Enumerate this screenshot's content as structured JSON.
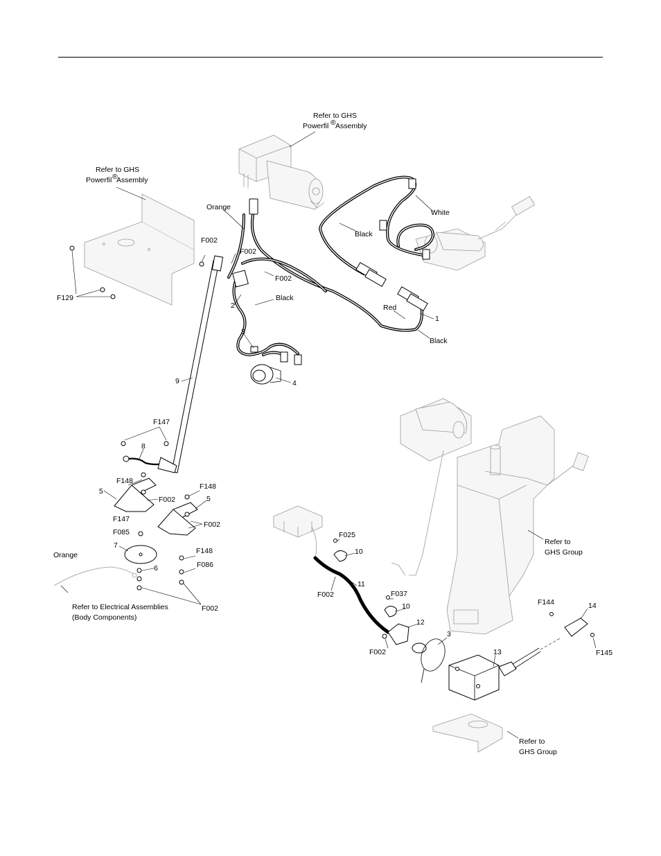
{
  "labels": {
    "refer_powerfil_top_1": "Refer to GHS",
    "refer_powerfil_top_2": "Powerfil",
    "refer_powerfil_top_3": "Assembly",
    "refer_powerfil_left_1": "Refer to GHS",
    "refer_powerfil_left_2": "Powerfil",
    "refer_powerfil_left_3": "Assembly",
    "registered": "®",
    "orange_top": "Orange",
    "f002_a": "F002",
    "f002_b": "F002",
    "f002_c": "F002",
    "f129": "F129",
    "white": "White",
    "black_a": "Black",
    "black_b": "Black",
    "black_c": "Black",
    "red": "Red",
    "n1": "1",
    "n2": "2",
    "n3": "3",
    "n4": "4",
    "n9": "9",
    "f147_a": "F147",
    "n8": "8",
    "f148_a": "F148",
    "n5_a": "5",
    "f002_d": "F002",
    "f148_b": "F148",
    "n5_b": "5",
    "f002_e": "F002",
    "f147_b": "F147",
    "f085": "F085",
    "n7": "7",
    "orange_bottom": "Orange",
    "n6": "6",
    "f148_c": "F148",
    "f086": "F086",
    "f002_f": "F002",
    "refer_electrical_1": "Refer to Electrical  Assemblies",
    "refer_electrical_2": "(Body Components)",
    "f025": "F025",
    "n10_a": "10",
    "n11": "11",
    "f002_g": "F002",
    "f037": "F037",
    "n10_b": "10",
    "n12": "12",
    "n3_b": "3",
    "f002_h": "F002",
    "n13": "13",
    "refer_ghs_group_1a": "Refer to",
    "refer_ghs_group_1b": "GHS Group",
    "f144": "F144",
    "n14": "14",
    "f145": "F145",
    "refer_ghs_group_2a": "Refer to",
    "refer_ghs_group_2b": "GHS Group"
  }
}
